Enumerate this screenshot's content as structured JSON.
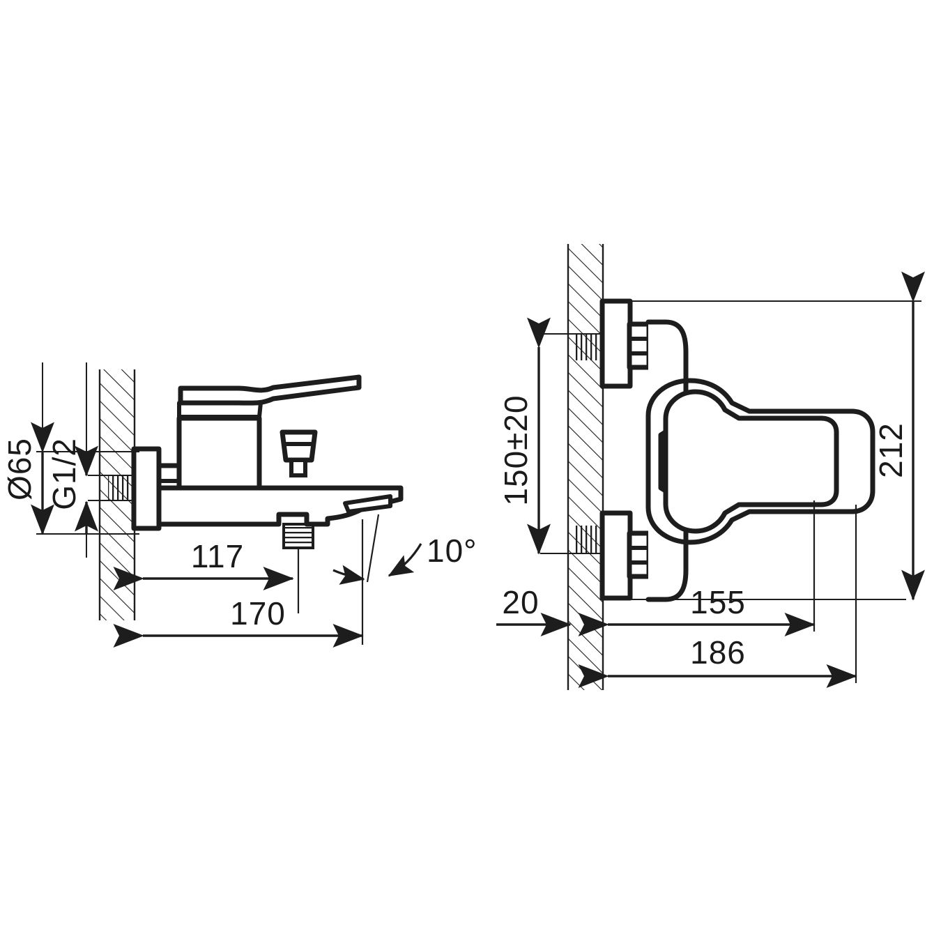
{
  "drawing": {
    "title": "Wall-mounted bath/shower mixer tap - technical dimension drawing",
    "units": "mm",
    "line_color": "#1d1d1d",
    "background_color": "#ffffff",
    "views": [
      {
        "id": "side-view",
        "name": "Side section view (left)"
      },
      {
        "id": "front-view",
        "name": "Front section view (right)"
      }
    ]
  },
  "side_view": {
    "labels": {
      "diameter": "Ø65",
      "thread": "G1/2",
      "spout_reach": "117",
      "total_reach": "170",
      "spout_angle": "10°"
    },
    "parts": {
      "wall": "wall-hatching",
      "escutcheon": "escutcheon-flange",
      "inlet_thread": "inlet-thread",
      "body": "mixer-body",
      "lever": "lever-handle",
      "diverter": "diverter-knob",
      "spout": "bath-spout",
      "shower_outlet": "shower-outlet-thread"
    }
  },
  "front_view": {
    "labels": {
      "inlet_spacing": "150±20",
      "wall_thickness": "20",
      "body_depth": "155",
      "total_depth": "186",
      "height": "212"
    },
    "parts": {
      "wall": "wall-hatching",
      "upper_escutcheon": "upper-escutcheon-flange",
      "lower_escutcheon": "lower-escutcheon-flange",
      "upper_thread": "upper-inlet-thread",
      "lower_thread": "lower-inlet-thread",
      "body": "mixer-body-front",
      "lever": "lever-handle-front"
    }
  }
}
